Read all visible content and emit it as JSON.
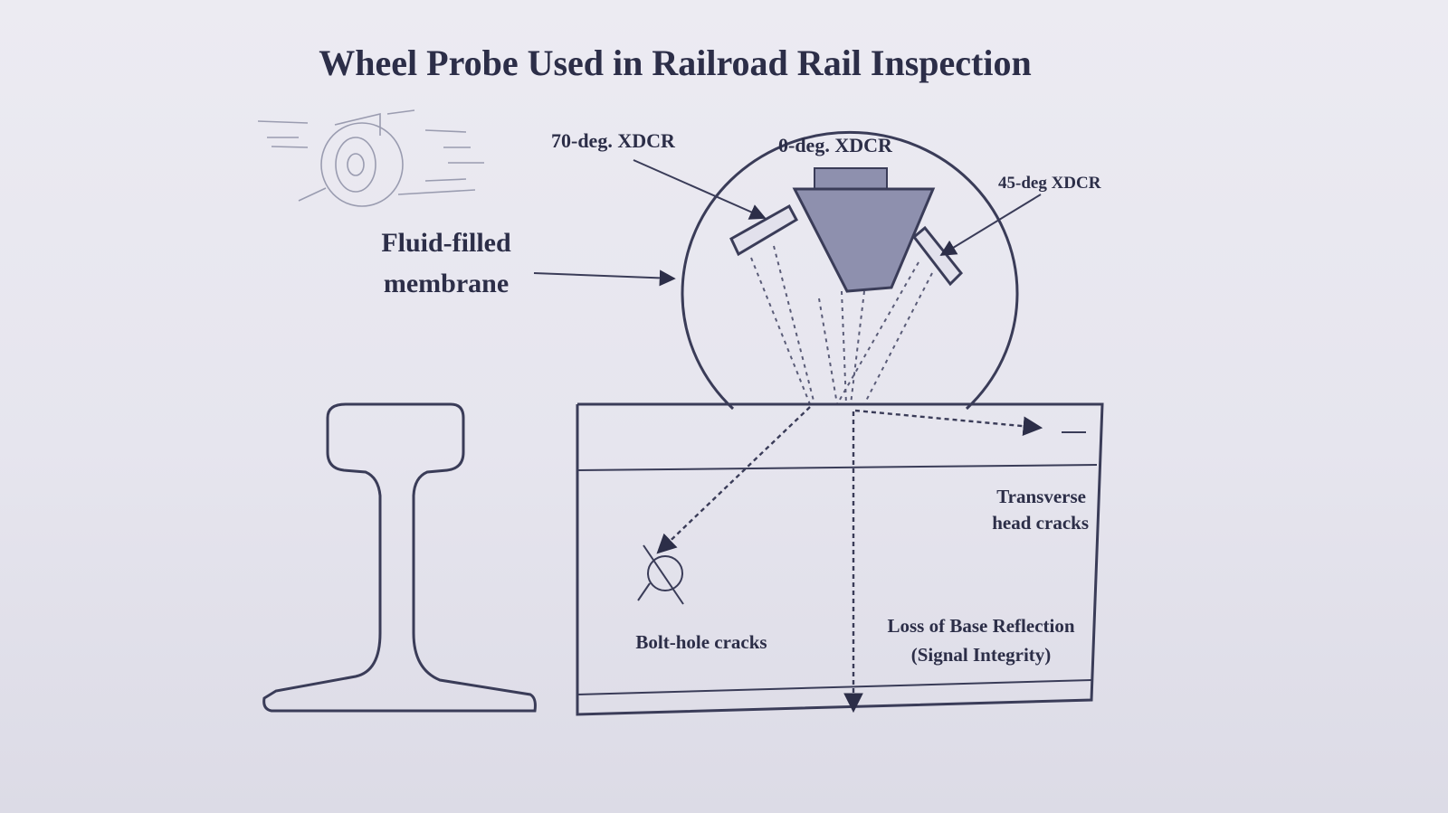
{
  "title": "Wheel Probe Used in Railroad Rail Inspection",
  "labels": {
    "xdcr_70": "70-deg. XDCR",
    "xdcr_0": "0-deg. XDCR",
    "xdcr_45": "45-deg XDCR",
    "membrane_line1": "Fluid-filled",
    "membrane_line2": "membrane",
    "transverse_line1": "Transverse",
    "transverse_line2": "head cracks",
    "bolt_hole": "Bolt-hole cracks",
    "base_line1": "Loss of Base Reflection",
    "base_line2": "(Signal Integrity)"
  },
  "colors": {
    "ink": "#2c2e48",
    "transducer_fill": "#8e90ae",
    "paper": "#e8e7f0"
  }
}
